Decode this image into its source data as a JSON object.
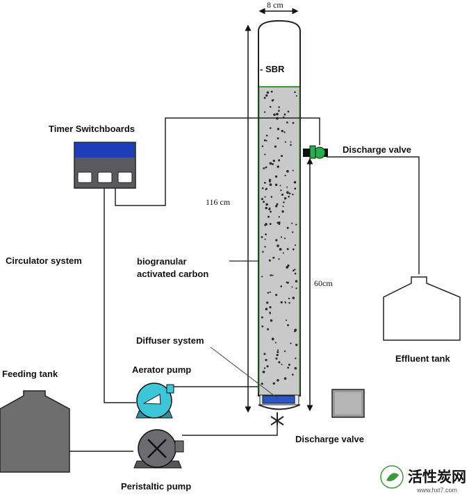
{
  "labels": {
    "width_dim": "8 cm",
    "sbr": "- SBR",
    "timer": "Timer Switchboards",
    "discharge_valve_top": "Discharge valve",
    "height_total": "116 cm",
    "circulator": "Circulator system",
    "bio_line1": "biogranular",
    "bio_line2": "activated carbon",
    "height_lower": "60cm",
    "effluent_tank": "Effluent tank",
    "diffuser": "Diffuser system",
    "feeding_tank": "Feeding tank",
    "aerator_pump": "Aerator pump",
    "discharge_valve_bottom": "Discharge valve",
    "peristaltic_pump": "Peristaltic pump"
  },
  "watermark": {
    "brand": "活性炭网",
    "url": "www.hxt7.com"
  },
  "colors": {
    "timer_screen": "#1f3fb8",
    "timer_body": "#5a5a5e",
    "pump_aerator": "#3cc6d8",
    "pump_peristaltic": "#6b6b70",
    "tank_fill": "#6e6e6e",
    "valve_green": "#22b04a",
    "diffuser": "#2a56c6",
    "column_fill": "#c9c9c9",
    "sludge_edge": "#3a9a3a"
  }
}
